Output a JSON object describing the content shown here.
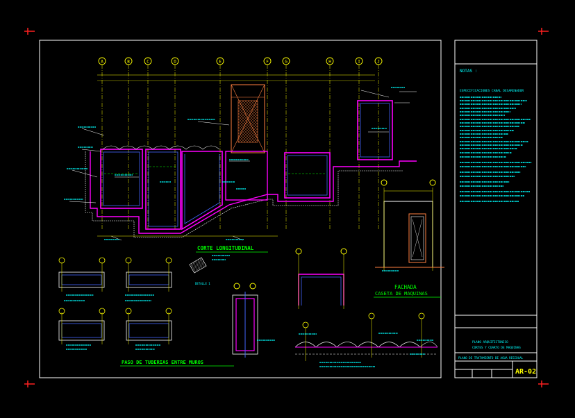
{
  "drawing": {
    "main_title": "CORTE LONGITUDINAL",
    "fachada_title": "FACHADA",
    "fachada_subtitle": "CASETA DE MAQUINAS",
    "paso_title": "PASO DE TUBERIAS ENTRE MUROS",
    "detail_label": "DETALLE 1",
    "grid_letters": [
      "A",
      "B",
      "C",
      "D",
      "E",
      "F",
      "G",
      "H",
      "I",
      "J"
    ]
  },
  "notes": {
    "header": "NOTAS :",
    "spec_title": "ESPECIFICACIONES CANAL DESARENADOR"
  },
  "title_block": {
    "project_line1": "PLANO ARQUITECTONICO",
    "project_line2": "CORTES Y CUARTO DE MAQUINAS",
    "plan_name": "PLANO DE TRATAMIENTO DE AGUA RESIDUAL",
    "sheet_number": "AR-02"
  },
  "colors": {
    "background": "#000000",
    "frame": "#ffffff",
    "section": "#ff00ff",
    "dimension": "#ffff00",
    "text": "#00ffff",
    "green": "#00ff00",
    "corner": "#ff0000",
    "orange": "#ff8040",
    "blue": "#4466ff"
  }
}
